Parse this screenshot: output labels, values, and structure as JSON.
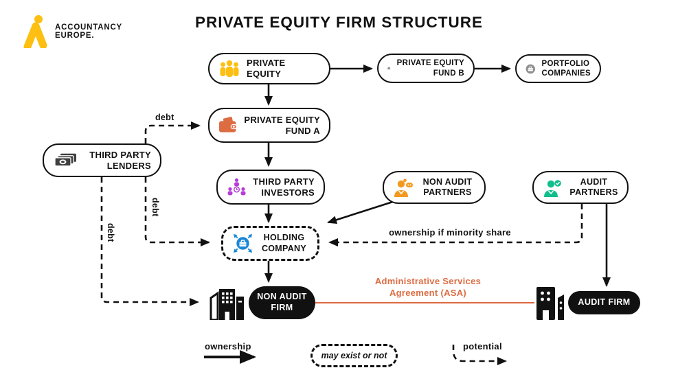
{
  "title": "PRIVATE EQUITY FIRM STRUCTURE",
  "logo": {
    "line1": "ACCOUNTANCY",
    "line2": "EUROPE."
  },
  "nodes": {
    "private_equity": {
      "label": "PRIVATE EQUITY"
    },
    "pe_fund_b": {
      "line1": "PRIVATE EQUITY",
      "line2": "FUND B"
    },
    "portfolio_companies": {
      "line1": "PORTFOLIO",
      "line2": "COMPANIES"
    },
    "pe_fund_a": {
      "line1": "PRIVATE EQUITY",
      "line2": "FUND A"
    },
    "third_party_lenders": {
      "line1": "THIRD PARTY",
      "line2": "LENDERS"
    },
    "third_party_investors": {
      "line1": "THIRD PARTY",
      "line2": "INVESTORS"
    },
    "non_audit_partners": {
      "line1": "NON AUDIT",
      "line2": "PARTNERS"
    },
    "audit_partners": {
      "line1": "AUDIT",
      "line2": "PARTNERS"
    },
    "holding_company": {
      "line1": "HOLDING",
      "line2": "COMPANY"
    },
    "non_audit_firm": {
      "line1": "NON AUDIT",
      "line2": "FIRM"
    },
    "audit_firm": {
      "label": "AUDIT FIRM"
    }
  },
  "edge_labels": {
    "debt_to_fund_a": "debt",
    "debt_to_holding": "debt",
    "debt_to_non_audit_firm": "debt",
    "minority": "ownership if minority share",
    "asa_line1": "Administrative Services",
    "asa_line2": "Agreement (ASA)"
  },
  "legend": {
    "ownership": "ownership",
    "may_exist": "may exist or not",
    "potential": "potential"
  },
  "icons": {
    "people-group-icon": "group of people",
    "wallet-icon": "wallet with banknote",
    "briefcase-circle-icon": "briefcase in circle",
    "banknotes-icon": "stack of banknotes",
    "org-network-icon": "investor network of people",
    "person-speech-icon": "person with speech bubble",
    "person-badge-icon": "person with check badge",
    "briefcase-expand-icon": "briefcase with expanding arrows",
    "building-icon": "office building"
  },
  "colors": {
    "brand_yellow": "#FCBF12",
    "orange": "#DD6C42",
    "amber": "#F29A1F",
    "green": "#12BE8D",
    "purple": "#B63CD9",
    "blue": "#1A87D7",
    "gray": "#8E8E8E",
    "dark_gray": "#3F3F3F",
    "black": "#111111"
  }
}
